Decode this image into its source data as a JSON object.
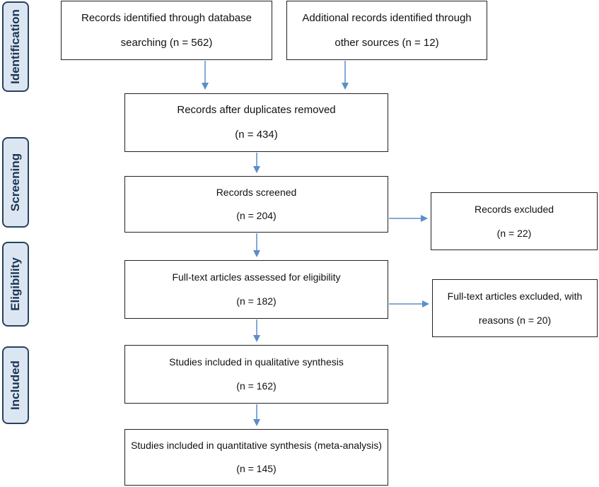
{
  "stages": {
    "identification": "Identification",
    "screening": "Screening",
    "eligibility": "Eligibility",
    "included": "Included"
  },
  "boxes": {
    "database": {
      "line1": "Records identified through database",
      "line2": "searching (n = 562)"
    },
    "other_sources": {
      "line1": "Additional records identified through",
      "line2": "other sources (n = 12)"
    },
    "duplicates_removed": {
      "line1": "Records after duplicates removed",
      "line2": "(n = 434)"
    },
    "screened": {
      "line1": "Records screened",
      "line2": "(n = 204)"
    },
    "excluded": {
      "line1": "Records excluded",
      "line2": "(n = 22)"
    },
    "fulltext_assessed": {
      "line1": "Full-text articles assessed for eligibility",
      "line2": "(n = 182)"
    },
    "fulltext_excluded": {
      "line1": "Full-text articles excluded, with",
      "line2": "reasons (n = 20)"
    },
    "qualitative": {
      "line1": "Studies included in qualitative synthesis",
      "line2": "(n = 162)"
    },
    "quantitative": {
      "line1": "Studies included in quantitative synthesis (meta-analysis)",
      "line2": "(n = 145)"
    }
  },
  "colors": {
    "arrow": "#5b8dc9",
    "stage_fill": "#dce6f2",
    "stage_border": "#27425f"
  }
}
